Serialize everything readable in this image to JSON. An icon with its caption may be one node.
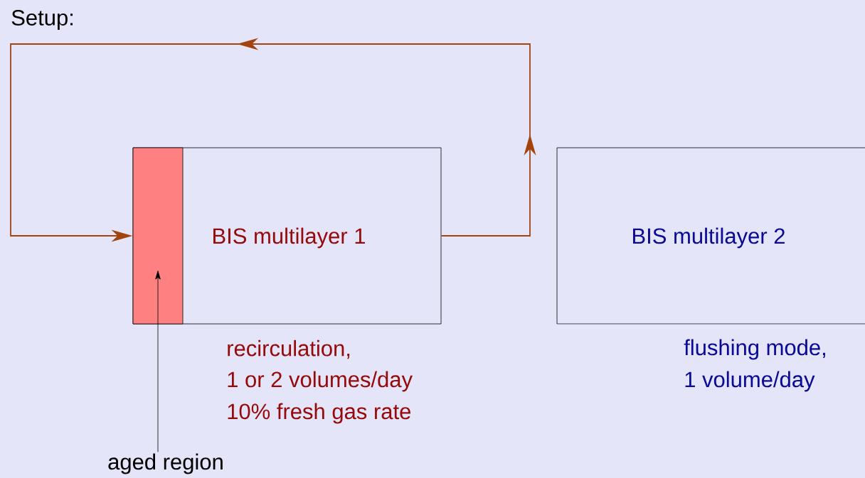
{
  "diagram": {
    "title": "Setup:",
    "nodes": [
      {
        "text": [
          "BIS multilayer 1"
        ],
        "beside": [
          "recirculation,",
          "1 or 2 volumes/day",
          "10% fresh gas rate"
        ]
      },
      {
        "text": [],
        "shape": "bar",
        "in": 0
      },
      {
        "text": [
          "BIS multilayer 2"
        ],
        "beside": [
          "flushing mode,",
          "1 volume/day"
        ]
      },
      {
        "text": [
          "aged region"
        ]
      }
    ],
    "edges": [
      {
        "from": 0,
        "to": 1,
        "arrow": "to",
        "color": "#a3440f"
      },
      {
        "from": 3,
        "to": 1,
        "arrow": "to",
        "color": "#000000"
      }
    ]
  }
}
